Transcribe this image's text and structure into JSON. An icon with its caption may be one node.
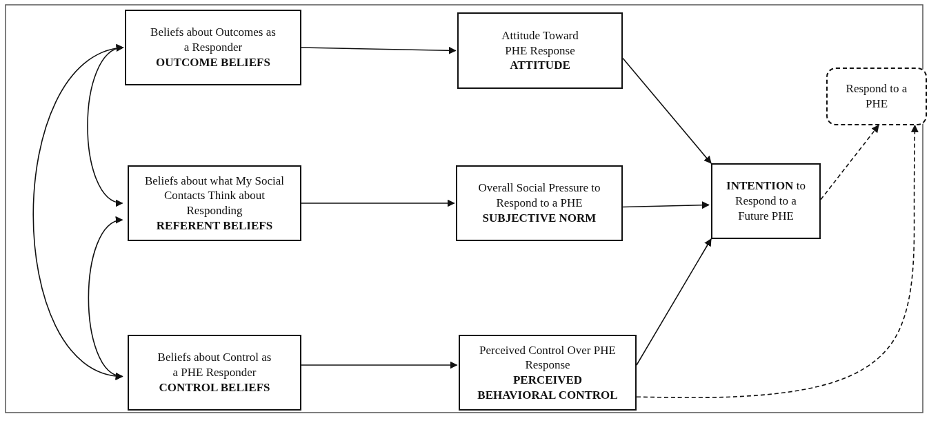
{
  "diagram": {
    "nodes": [
      {
        "text": [
          "Beliefs about Outcomes as a Responder",
          "OUTCOME BELIEFS"
        ]
      },
      {
        "text": [
          "Beliefs about what My Social Contacts Think about Responding",
          "REFERENT BELIEFS"
        ]
      },
      {
        "text": [
          "Beliefs about Control as a PHE Responder",
          "CONTROL BELIEFS"
        ]
      },
      {
        "text": [
          "Attitude Toward PHE Response",
          "ATTITUDE"
        ]
      },
      {
        "text": [
          "Overall Social Pressure to Respond to a PHE",
          "SUBJECTIVE NORM"
        ]
      },
      {
        "text": [
          "Perceived Control Over PHE Response",
          "PERCEIVED BEHAVIORAL CONTROL"
        ]
      },
      {
        "text": [
          "**INTENTION** to Respond to a Future PHE"
        ]
      },
      {
        "text": [
          "Respond to a PHE"
        ]
      }
    ],
    "edges": [
      {
        "from": 0,
        "to": 1,
        "arrow": "both"
      },
      {
        "from": 1,
        "to": 2,
        "arrow": "both"
      },
      {
        "from": 0,
        "to": 2,
        "arrow": "both"
      },
      {
        "from": 0,
        "to": 3,
        "arrow": "to"
      },
      {
        "from": 1,
        "to": 4,
        "arrow": "to"
      },
      {
        "from": 2,
        "to": 5,
        "arrow": "to"
      },
      {
        "from": 3,
        "to": 6,
        "arrow": "to"
      },
      {
        "from": 4,
        "to": 6,
        "arrow": "to"
      },
      {
        "from": 5,
        "to": 6,
        "arrow": "to"
      },
      {
        "from": 6,
        "to": 7,
        "arrow": "to",
        "style": "dashed"
      },
      {
        "from": 5,
        "to": 7,
        "arrow": "to",
        "style": "dashed"
      }
    ]
  }
}
